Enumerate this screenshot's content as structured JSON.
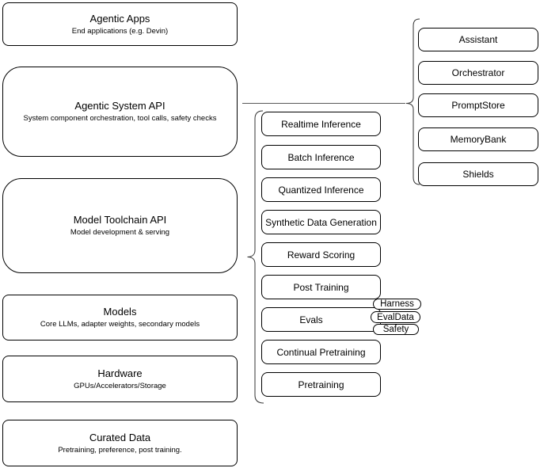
{
  "diagram": {
    "left_stack": [
      {
        "title": "Agentic Apps",
        "subtitle": "End applications (e.g. Devin)"
      },
      {
        "title": "Agentic System API",
        "subtitle": "System component orchestration, tool calls, safety checks"
      },
      {
        "title": "Model Toolchain API",
        "subtitle": "Model development & serving"
      },
      {
        "title": "Models",
        "subtitle": "Core LLMs, adapter weights, secondary models"
      },
      {
        "title": "Hardware",
        "subtitle": "GPUs/Accelerators/Storage"
      },
      {
        "title": "Curated Data",
        "subtitle": "Pretraining, preference, post training."
      }
    ],
    "toolchain_items": [
      "Realtime Inference",
      "Batch Inference",
      "Quantized Inference",
      "Synthetic Data Generation",
      "Reward Scoring",
      "Post Training",
      "Evals",
      "Continual Pretraining",
      "Pretraining"
    ],
    "evals_tags": [
      "Harness",
      "EvalData",
      "Safety"
    ],
    "system_components": [
      "Assistant",
      "Orchestrator",
      "PromptStore",
      "MemoryBank",
      "Shields"
    ],
    "colors": {
      "box_border": "#000000",
      "box_fill": "#ffffff",
      "text": "#000000",
      "connector": "#595959",
      "bracket": "#333333"
    }
  }
}
